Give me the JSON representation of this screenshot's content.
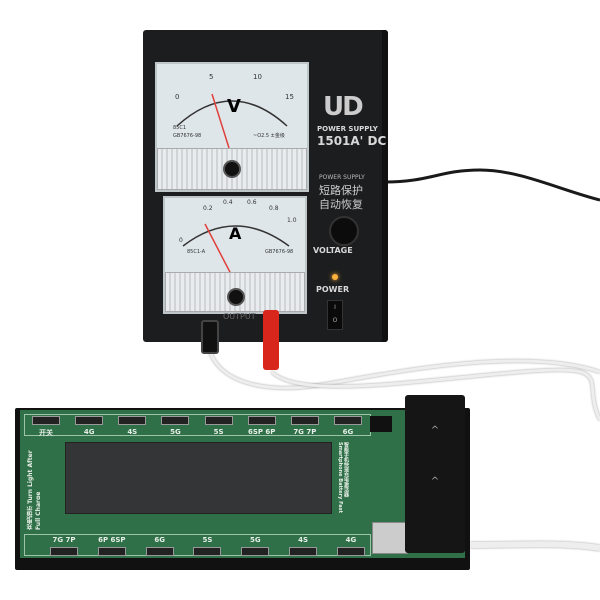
{
  "voltmeter": {
    "unit": "V",
    "scale": [
      "0",
      "5",
      "10",
      "15"
    ],
    "model": "85C1",
    "standard": "GB7676-98",
    "class": "~O2.5 ±金级"
  },
  "ammeter": {
    "unit": "A",
    "scale": [
      "0",
      "0.2",
      "0.4",
      "0.6",
      "0.8",
      "1.0"
    ],
    "model": "85C1-A",
    "standard": "GB7676-98"
  },
  "psu": {
    "brand": "UD",
    "brand_sub": "POWER SUPPLY",
    "model": "1501A' DC",
    "label2": "POWER SUPPLY",
    "cn1": "短路保护",
    "cn2": "自动恢复",
    "voltage_label": "VOLTAGE",
    "power_label": "POWER",
    "switch_on": "I",
    "switch_off": "O",
    "output_label": "OUTPUT"
  },
  "board": {
    "top_labels": [
      "开关",
      "4G",
      "4S",
      "5G",
      "5S",
      "6SP 6P",
      "7G 7P",
      "6G"
    ],
    "bottom_labels": [
      "7G 7P",
      "6P 6SP",
      "6G",
      "5S",
      "5G",
      "4S",
      "4G"
    ],
    "left_text": "充电指示 Turn Light After Full Charge",
    "right_text": "智能手机快速充电激活器 Smartphone Battery Fast Charge Activation Tool",
    "arrows": [
      "^",
      "^"
    ]
  },
  "colors": {
    "pcb": "#2f7048",
    "psu": "#1c1d1f",
    "needle": "#e0403a",
    "led": "#ffb13b",
    "plug": "#d9261c"
  }
}
